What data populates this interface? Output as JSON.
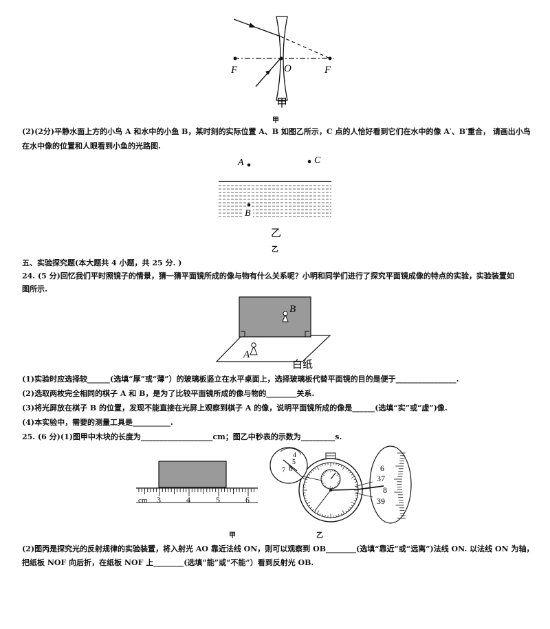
{
  "fig_lens": {
    "label_F_left": "F",
    "label_O": "O",
    "label_F_right": "F",
    "sub_label": "甲",
    "caption": "甲"
  },
  "q23_2": {
    "text_line1": "(2)(2分)平静水面上方的小鸟 A 和水中的小鱼 B，某时刻的实际位置 A、B 如图乙所示，C 点的人恰好看到它们在水中的像 A′、B′重合， 请画出小鸟",
    "text_line2": "在水中像的位置和人眼看到小鱼的光路图."
  },
  "fig_water": {
    "label_A": "A",
    "label_C": "C",
    "label_B": "B",
    "sub_label": "乙",
    "caption": "乙"
  },
  "section5": {
    "heading": "五、实验探究题(本大题共 4 小题，共 25 分. )"
  },
  "q24": {
    "text_line1": "24. (5 分)回忆我们平时照镜子的情景，猜一猜平面镜所成的像与物有什么关系呢？小明和同学们进行了探究平面镜成像的特点的实验，实验装置如",
    "text_line2": "图所示.",
    "fig_label_A": "A",
    "fig_label_B": "B",
    "fig_label_paper": "白纸",
    "sub1": "(1)实验时应选择较______(选填“厚”或“薄”）的玻璃板竖立在水平桌面上，选择玻璃板代替平面镜的目的是便于________________.",
    "sub2": "(2)选取两枚完全相同的棋子 A 和 B，是为了比较平面镜所成的像与物的________关系.",
    "sub3": "(3)将光屏放在棋子 B 的位置，发现不能直接在光屏上观察到棋子 A 的像，说明平面镜所成的像是______(选填“实”或“虚”)像.",
    "sub4": "(4)本实验中，需要的测量工具是__________."
  },
  "q25": {
    "text_line1": "25. (6 分)(1)图甲中木块的长度为___________________cm；图乙中秒表的示数为_________s.",
    "ruler": {
      "unit": "cm",
      "ticks": [
        "3",
        "4",
        "5",
        "6"
      ]
    },
    "stopwatch": {
      "small_dial": [
        "4",
        "5",
        "7",
        "6"
      ],
      "mag_labels": [
        "6",
        "37",
        "8",
        "39"
      ]
    },
    "caption_left": "甲",
    "caption_right": "乙",
    "sub2_line1": "(2)图丙是探究光的反射规律的实验装置，将入射光 AO 靠近法线 ON，则可以观察到 OB________(选填“靠近”或“远离”)法线 ON. 以法线 ON 为轴，",
    "sub2_line2": "把纸板 NOF 向后折，在纸板 NOF 上________(选填“能”或“不能”）看到反射光 OB."
  }
}
